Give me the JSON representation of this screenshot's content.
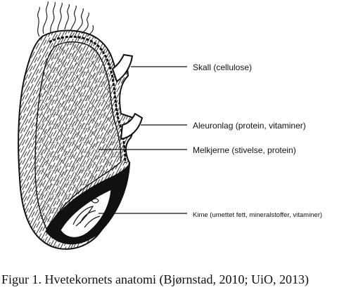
{
  "labels": {
    "shell": "Skall (cellulose)",
    "aleurone": "Aleuronlag (protein, vitaminer)",
    "endosperm": "Melkjerne (stivelse, protein)",
    "germ": "Kime (umettet  fett,  mineralstoffer,  vitaminer)"
  },
  "caption": "Figur 1. Hvetekornets anatomi (Bjørnstad, 2010; UiO, 2013)"
}
